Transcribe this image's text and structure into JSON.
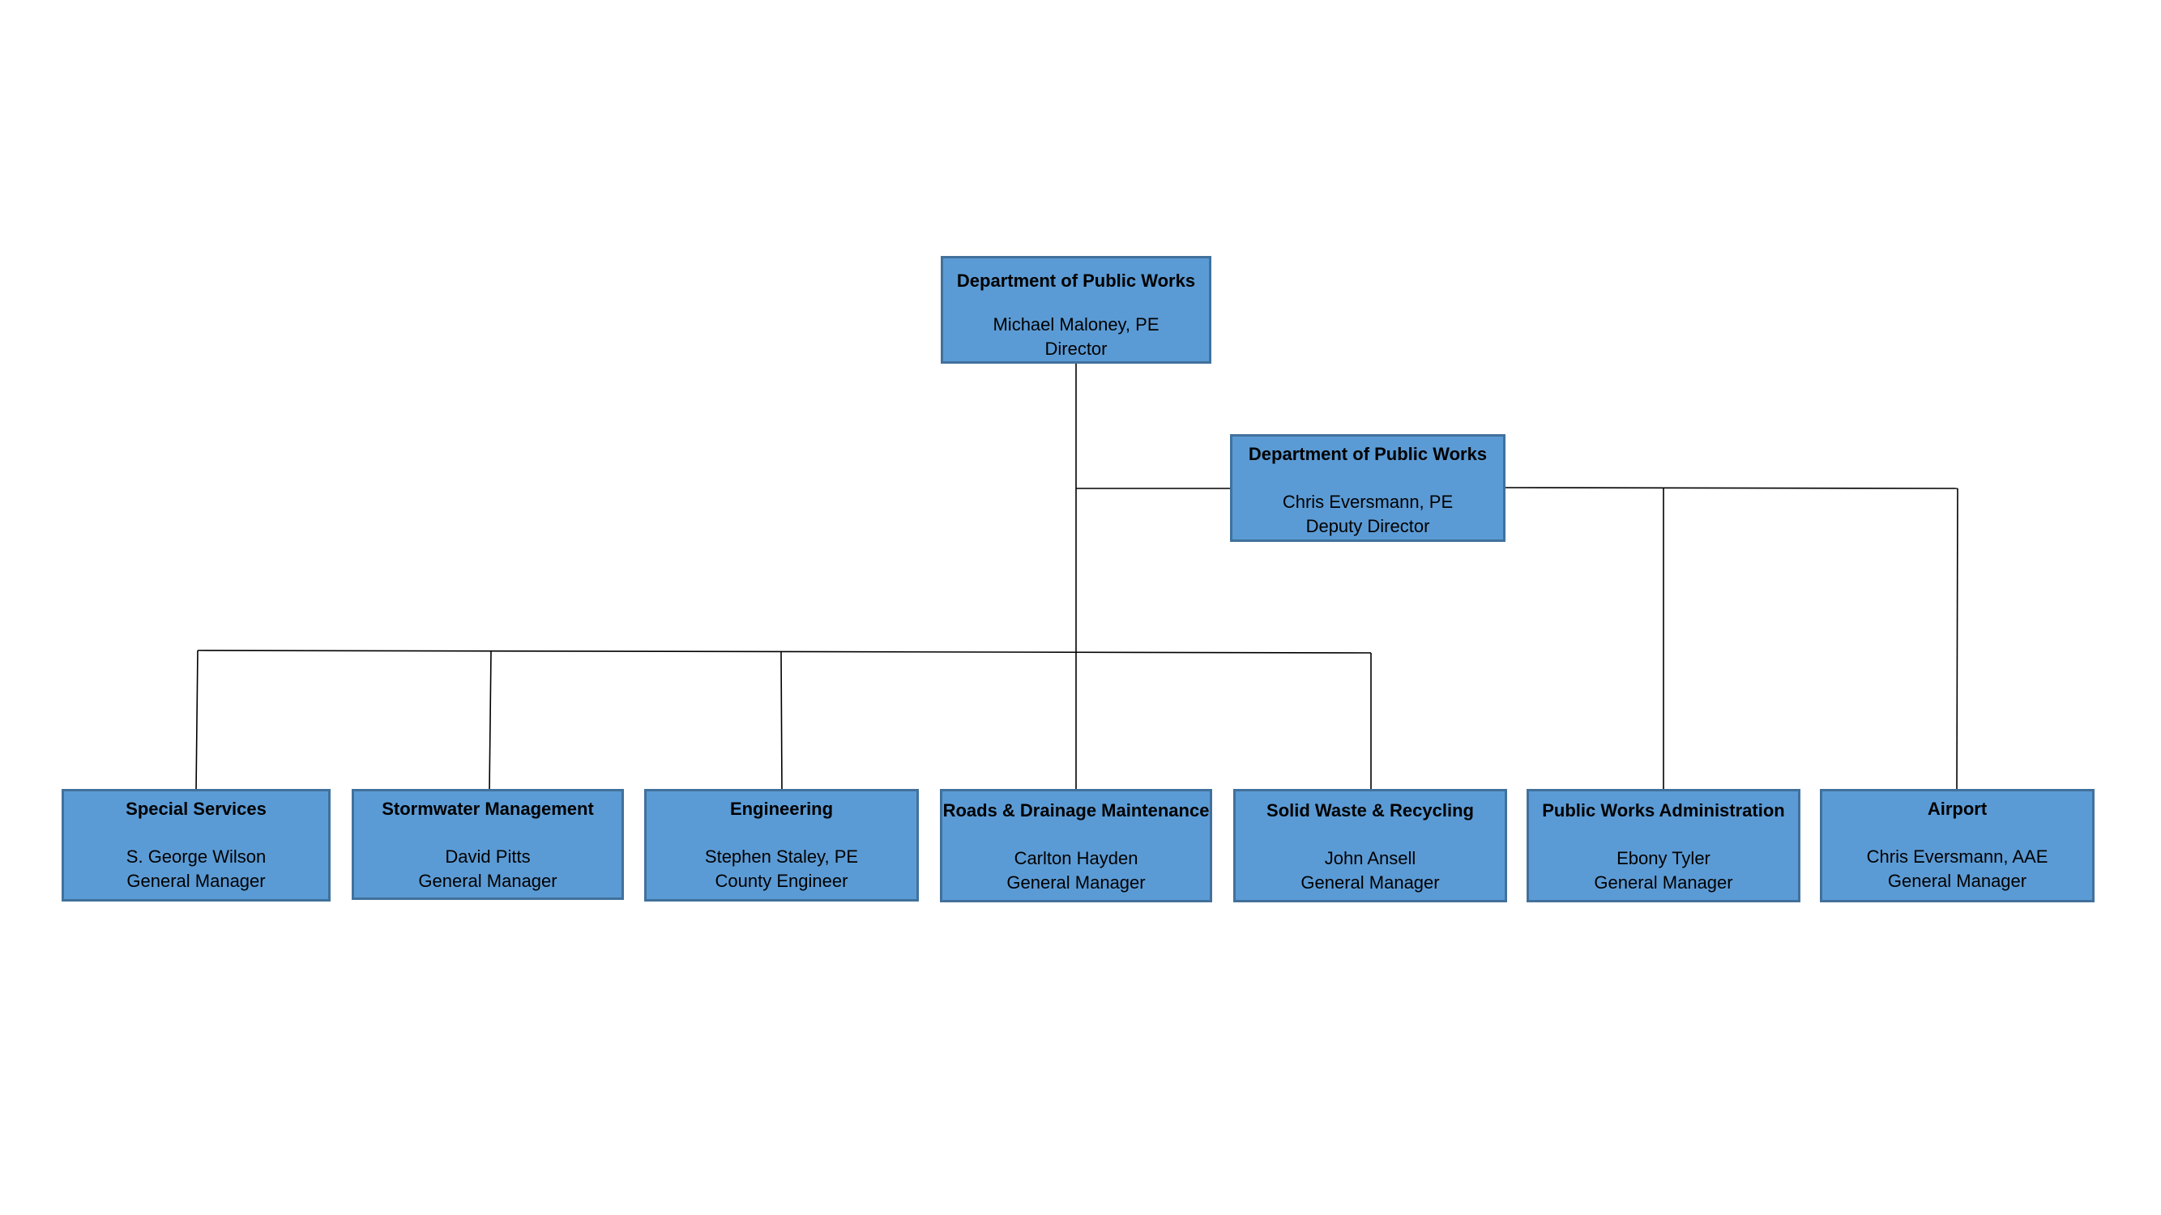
{
  "colors": {
    "box_fill": "#5b9bd5",
    "box_border": "#41719c",
    "connector": "#000000"
  },
  "director": {
    "unit": "Department of Public Works",
    "person": "Michael Maloney, PE",
    "role": "Director"
  },
  "deputy": {
    "unit": "Department of Public Works",
    "person": "Chris Eversmann, PE",
    "role": "Deputy Director"
  },
  "divisions": [
    {
      "unit": "Special Services",
      "person": "S. George Wilson",
      "role": "General Manager",
      "reports_to": "director"
    },
    {
      "unit": "Stormwater Management",
      "person": "David Pitts",
      "role": "General Manager",
      "reports_to": "director"
    },
    {
      "unit": "Engineering",
      "person": "Stephen Staley, PE",
      "role": "County Engineer",
      "reports_to": "director"
    },
    {
      "unit": "Roads & Drainage Maintenance",
      "person": "Carlton Hayden",
      "role": "General Manager",
      "reports_to": "director"
    },
    {
      "unit": "Solid Waste & Recycling",
      "person": "John Ansell",
      "role": "General Manager",
      "reports_to": "director"
    },
    {
      "unit": "Public Works Administration",
      "person": "Ebony Tyler",
      "role": "General Manager",
      "reports_to": "deputy"
    },
    {
      "unit": "Airport",
      "person": "Chris Eversmann, AAE",
      "role": "General Manager",
      "reports_to": "deputy"
    }
  ]
}
